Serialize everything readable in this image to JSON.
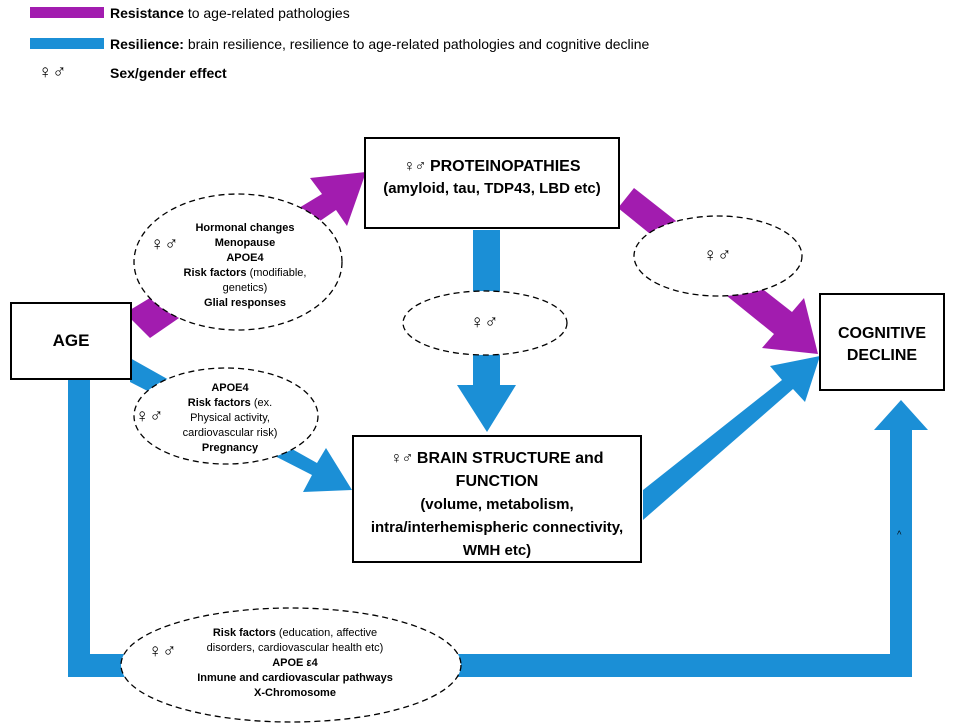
{
  "colors": {
    "resistance": "#a21caf",
    "resilience": "#1b8fd6"
  },
  "legend": {
    "resistance": {
      "bold": "Resistance",
      "text": " to age-related pathologies"
    },
    "resilience": {
      "bold": "Resilience:",
      "text": " brain resilience,  resilience to age-related pathologies and cognitive decline"
    },
    "sex": {
      "symbol": "♀♂",
      "bold": "Sex/gender effect"
    }
  },
  "symbol": "♀♂",
  "nodes": {
    "age": "AGE",
    "cognitive": {
      "l1": "COGNITIVE",
      "l2": "DECLINE"
    },
    "proteinopathies": {
      "title": "PROTEINOPATHIES",
      "sub": "(amyloid, tau, TDP43, LBD etc)"
    },
    "brain": {
      "l1": "BRAIN STRUCTURE and",
      "l2": "FUNCTION",
      "l3": "(volume, metabolism,",
      "l4": "intra/interhemispheric connectivity,",
      "l5": "WMH etc)"
    }
  },
  "modifiers": {
    "age_to_protein": {
      "l1": "Hormonal changes",
      "l2": "Menopause",
      "l3": "APOE4",
      "l4b": "Risk factors",
      "l4": " (modifiable,",
      "l5": "genetics)",
      "l6": "Glial responses"
    },
    "age_to_brain": {
      "l1": "APOE4",
      "l2b": "Risk factors",
      "l2": " (ex.",
      "l3": "Physical activity,",
      "l4": "cardiovascular risk)",
      "l5": "Pregnancy"
    },
    "age_to_cognitive": {
      "l1b": "Risk factors",
      "l1": " (education, affective",
      "l2": "disorders, cardiovascular health etc)",
      "l3": "APOE ε4",
      "l4": "Inmune and cardiovascular pathways",
      "l5": "X-Chromosome"
    }
  },
  "small_mark": ">"
}
